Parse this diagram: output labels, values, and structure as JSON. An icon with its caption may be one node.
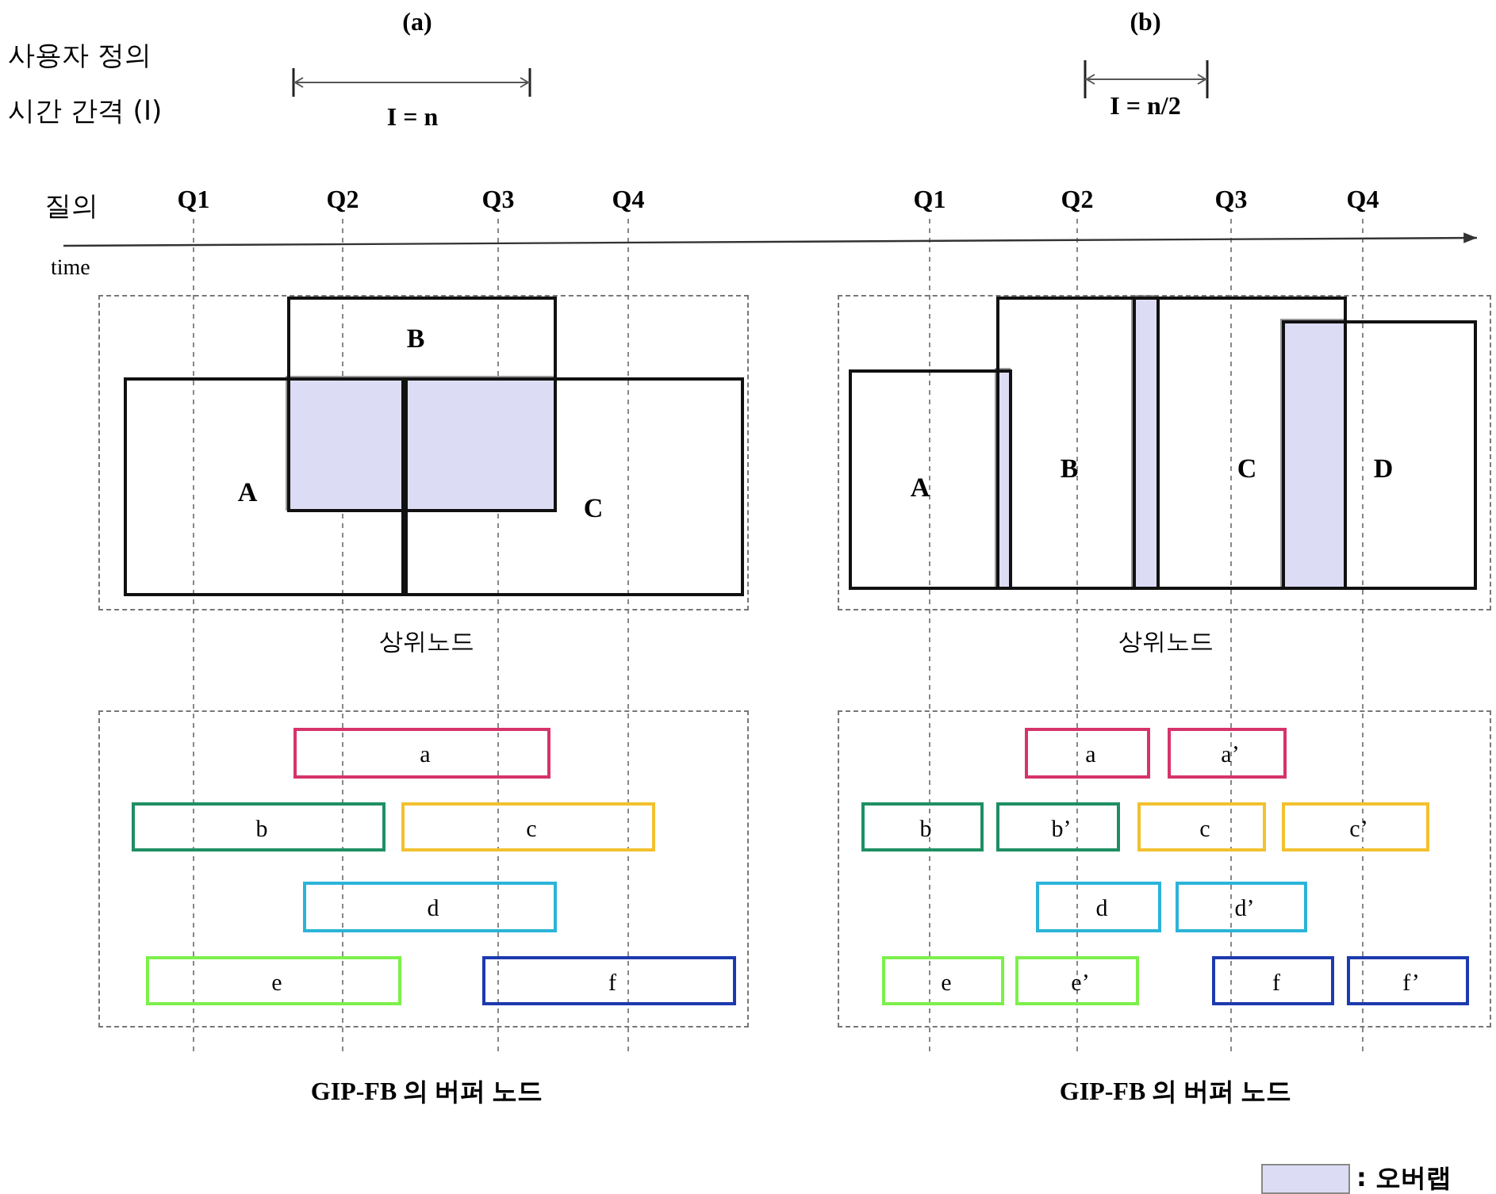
{
  "diagram": {
    "nodes": [
      {
        "text": [
          "상위노드"
        ]
      },
      {
        "text": [
          "A"
        ],
        "in": 0
      },
      {
        "text": [
          "B"
        ],
        "in": 0
      },
      {
        "text": [
          "C"
        ],
        "in": 0
      },
      {
        "text": [
          "상위노드"
        ]
      },
      {
        "text": [
          "A"
        ],
        "in": 4
      },
      {
        "text": [
          "B"
        ],
        "in": 4
      },
      {
        "text": [
          "C"
        ],
        "in": 4
      },
      {
        "text": [
          "D"
        ],
        "in": 4
      },
      {
        "text": [
          "GIP-FB 의 버퍼 노드"
        ]
      },
      {
        "text": [
          "a"
        ],
        "in": 9
      },
      {
        "text": [
          "b"
        ],
        "in": 9
      },
      {
        "text": [
          "c"
        ],
        "in": 9
      },
      {
        "text": [
          "d"
        ],
        "in": 9
      },
      {
        "text": [
          "e"
        ],
        "in": 9
      },
      {
        "text": [
          "f"
        ],
        "in": 9
      },
      {
        "text": [
          "GIP-FB 의 버퍼 노드"
        ]
      },
      {
        "text": [
          "a"
        ],
        "in": 16
      },
      {
        "text": [
          "a’"
        ],
        "in": 16
      },
      {
        "text": [
          "b"
        ],
        "in": 16
      },
      {
        "text": [
          "b’"
        ],
        "in": 16
      },
      {
        "text": [
          "c"
        ],
        "in": 16
      },
      {
        "text": [
          "c’"
        ],
        "in": 16
      },
      {
        "text": [
          "d"
        ],
        "in": 16
      },
      {
        "text": [
          "d’"
        ],
        "in": 16
      },
      {
        "text": [
          "e"
        ],
        "in": 16
      },
      {
        "text": [
          "e’"
        ],
        "in": 16
      },
      {
        "text": [
          "f"
        ],
        "in": 16
      },
      {
        "text": [
          "f’"
        ],
        "in": 16
      },
      {
        "text": [],
        "shape": "box"
      },
      {
        "text": [],
        "shape": "box"
      },
      {
        "text": [],
        "shape": "box"
      },
      {
        "text": [],
        "shape": "box"
      },
      {
        "text": [],
        "shape": "box"
      }
    ],
    "labels": [
      "(a)",
      "사용자 정의",
      "시간 간격 (I)",
      "I = n",
      "(b)",
      "I = n/2",
      "질의",
      "Q1",
      "Q2",
      "Q3",
      "Q4",
      "Q1",
      "Q2",
      "Q3",
      "Q4",
      "time"
    ],
    "legend": [
      {
        "text": ": 오버랩",
        "color": "#dcdcf5"
      }
    ]
  }
}
